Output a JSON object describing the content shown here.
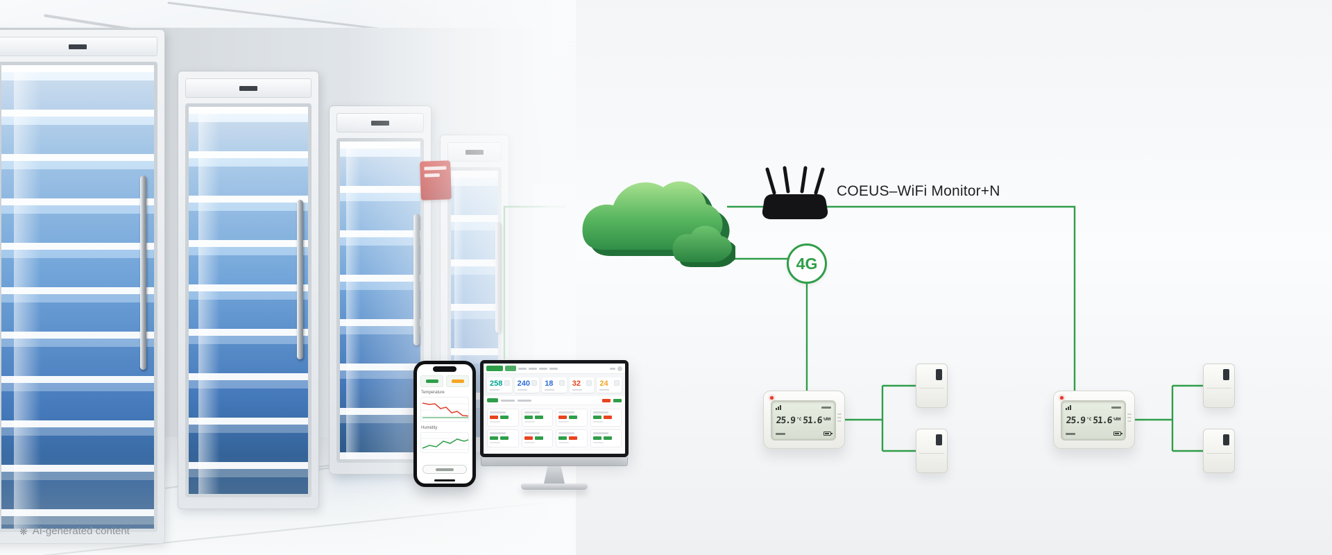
{
  "colors": {
    "accent_green": "#2f9e49",
    "cloud_green_light": "#a8e18f",
    "cloud_green_dark": "#2f8f47",
    "alert_red": "#e8431f",
    "warn_orange": "#f5a623",
    "info_blue": "#2f6bd8",
    "teal": "#00a391"
  },
  "diagram": {
    "router_label": "COEUS–WiFi Monitor+N",
    "badge_4g": "4G"
  },
  "desktop_dashboard": {
    "stats": [
      {
        "value": "258",
        "color": "#00a391"
      },
      {
        "value": "240",
        "color": "#2f6bd8"
      },
      {
        "value": "18",
        "color": "#2f6bd8"
      },
      {
        "value": "32",
        "color": "#e8431f"
      },
      {
        "value": "24",
        "color": "#f5a623"
      }
    ]
  },
  "phone_app": {
    "temperature_label": "Temperature",
    "humidity_label": "Humidity"
  },
  "monitor_device": {
    "temperature": "25.9",
    "temperature_unit": "°C",
    "humidity": "51.6",
    "humidity_unit": "%RH"
  },
  "watermark": {
    "icon": "❋",
    "text": "AI-generated content"
  }
}
